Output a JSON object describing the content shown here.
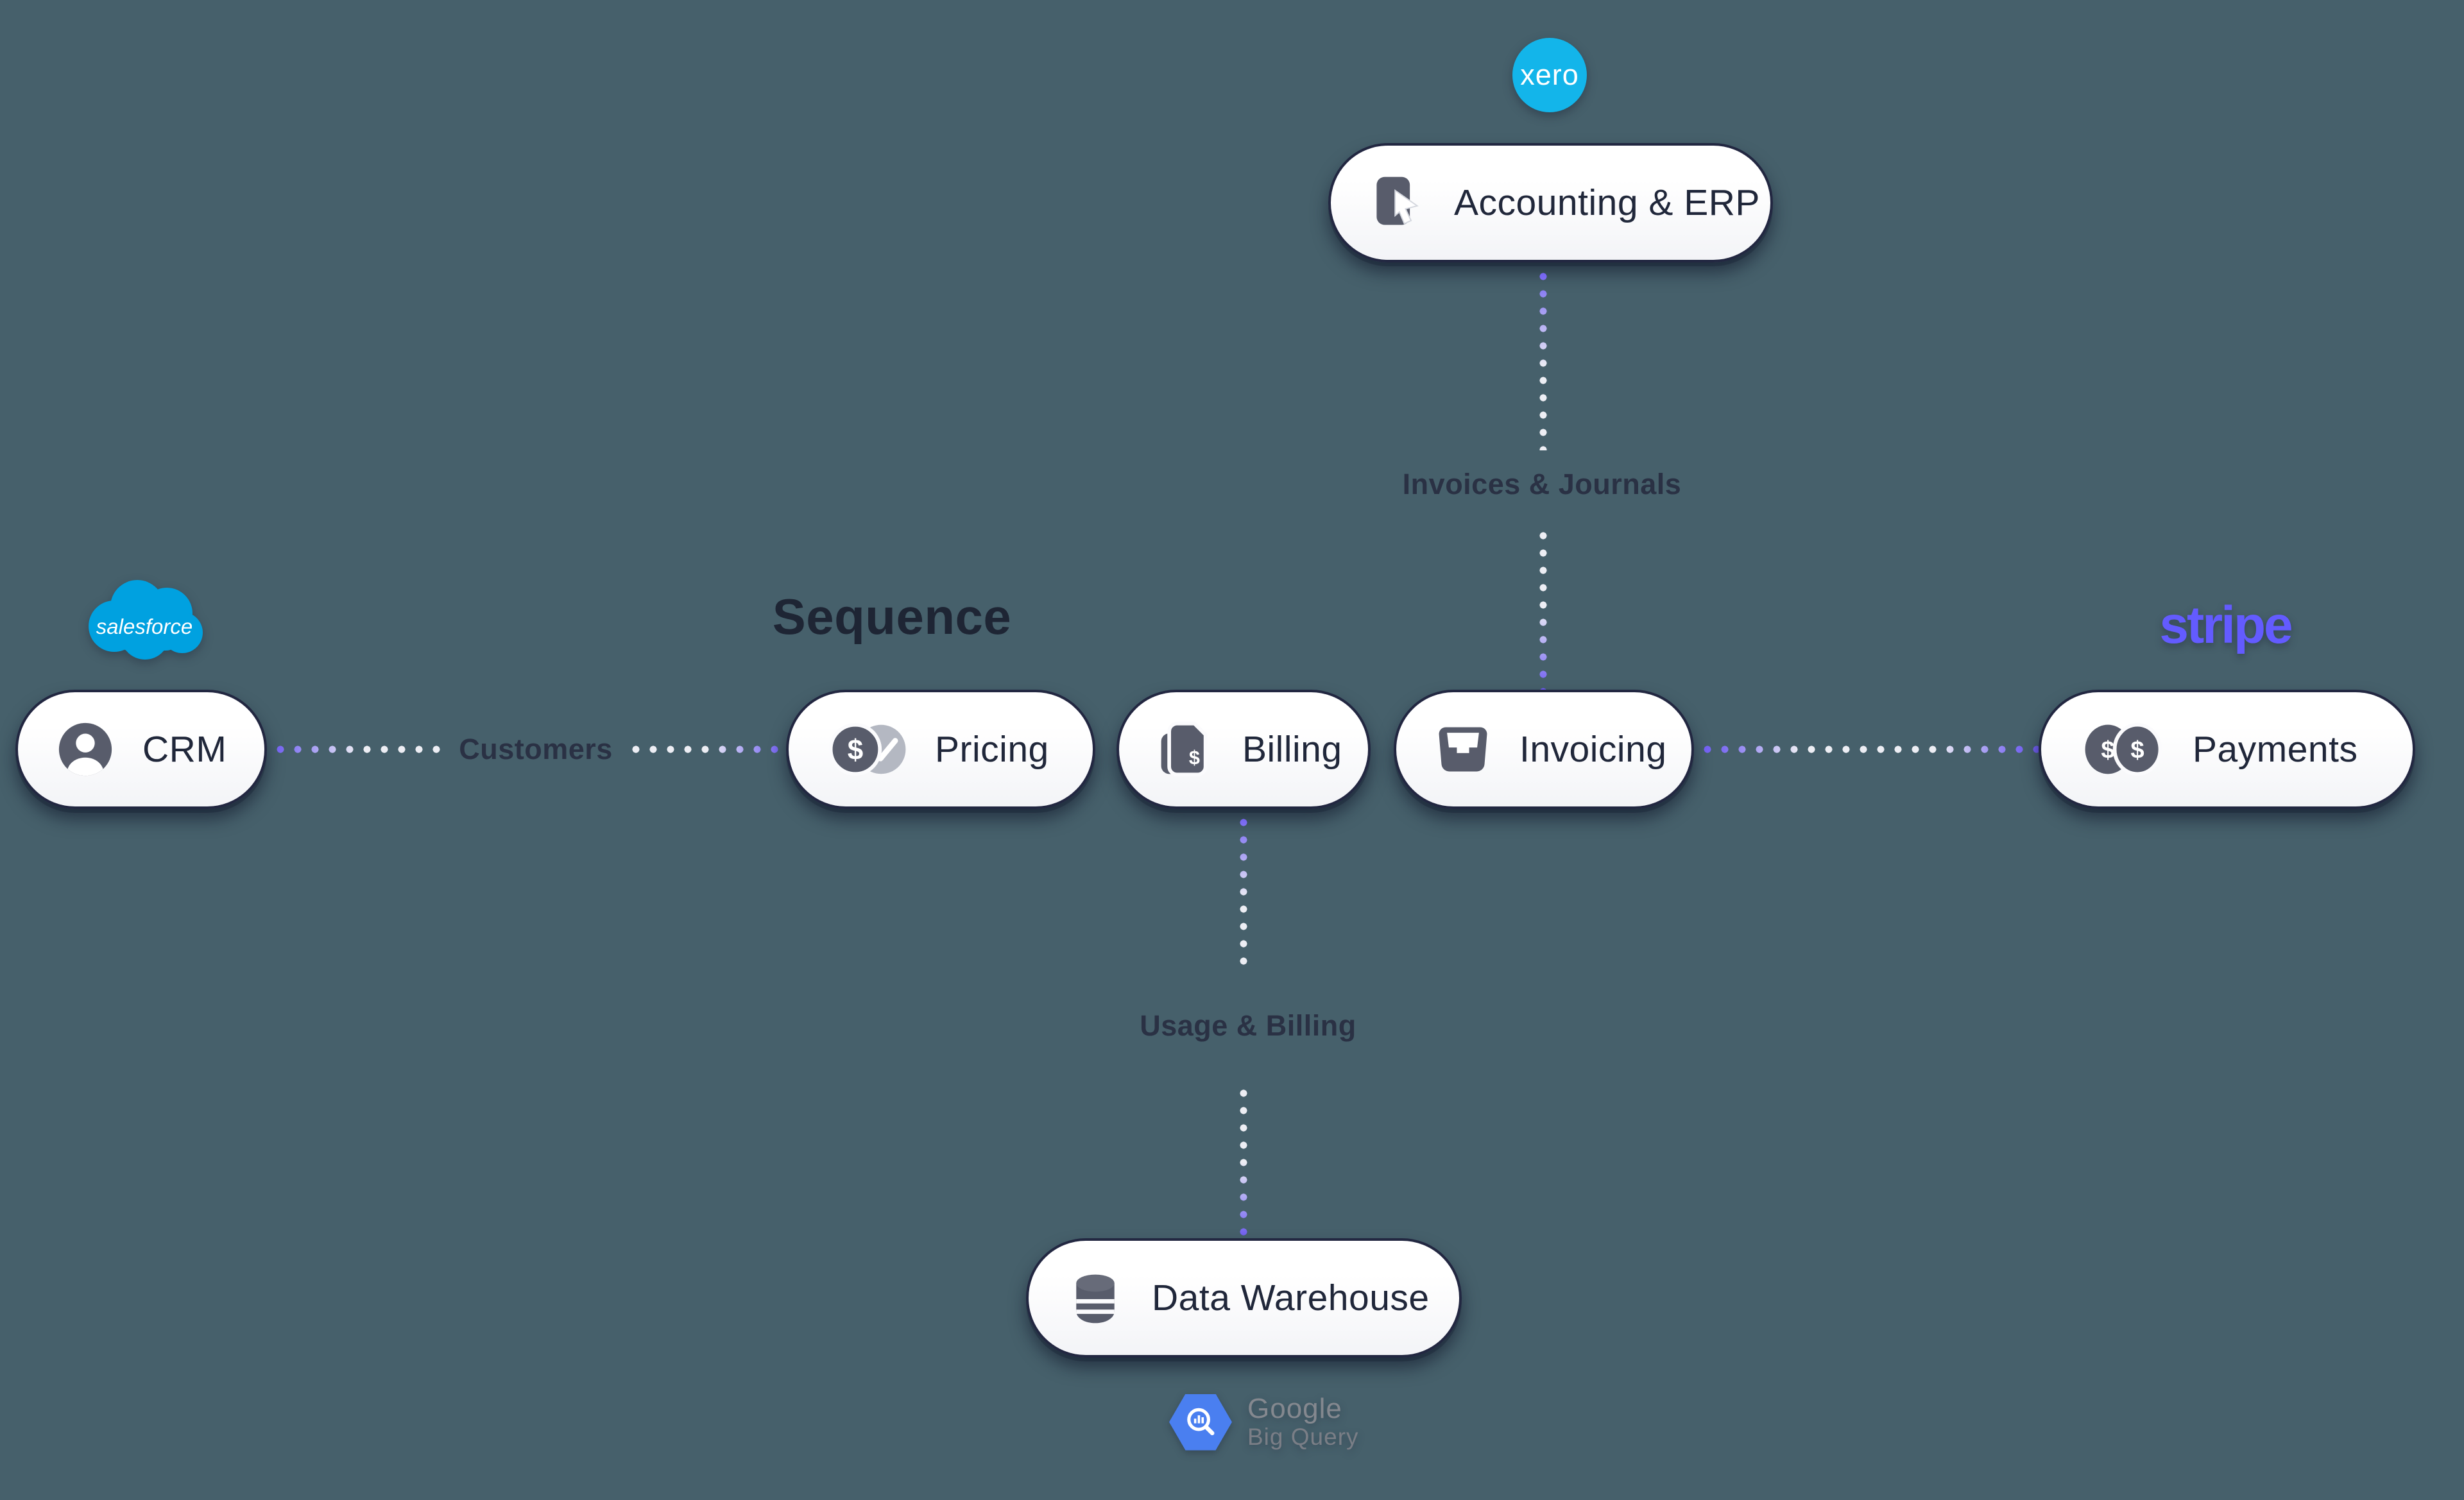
{
  "diagram": {
    "title": "Sequence",
    "background_color": "#46606b"
  },
  "nodes": {
    "crm": {
      "label": "CRM",
      "icon": "person-icon"
    },
    "pricing": {
      "label": "Pricing",
      "icon": "dollar-check-icon"
    },
    "billing": {
      "label": "Billing",
      "icon": "stacked-invoices-icon"
    },
    "invoicing": {
      "label": "Invoicing",
      "icon": "inbox-tray-icon"
    },
    "accounting": {
      "label": "Accounting & ERP",
      "icon": "document-cursor-icon"
    },
    "payments": {
      "label": "Payments",
      "icon": "double-coin-icon"
    },
    "data_warehouse": {
      "label": "Data Warehouse",
      "icon": "database-icon"
    }
  },
  "edges": {
    "crm_to_pricing": {
      "label": "Customers"
    },
    "accounting_to_invoicing": {
      "label": "Invoices & Journals"
    },
    "billing_to_warehouse": {
      "label": "Usage & Billing"
    }
  },
  "logos": {
    "xero": {
      "text": "xero",
      "color": "#13b5ea"
    },
    "salesforce": {
      "text": "salesforce",
      "color": "#00a1e0"
    },
    "stripe": {
      "text": "stripe",
      "color": "#635bff"
    },
    "google_bigquery": {
      "line1": "Google",
      "line2": "Big Query",
      "hexagon_color": "#4a7ff0"
    }
  },
  "glyphs": {
    "dollar": "$"
  },
  "colors": {
    "connector_purple": "#6e5bf0",
    "connector_dot": "#edeef4",
    "node_border": "#222741",
    "node_text": "#20273a",
    "edge_label_text": "#2a3144",
    "icon_gray": "#585c6b",
    "icon_gray_light": "#b4b8c2"
  }
}
